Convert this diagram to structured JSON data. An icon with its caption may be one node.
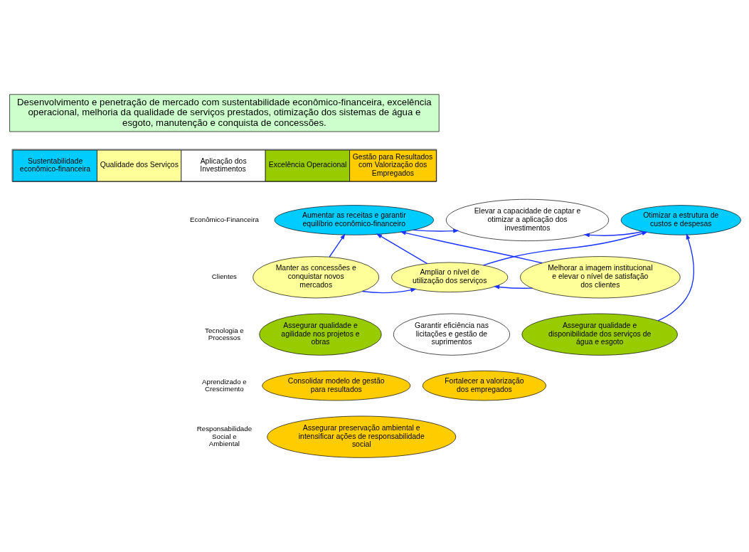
{
  "diagram": {
    "nodes": [
      {
        "text": [
          "Desenvolvimento e penetração de mercado com sustentabilidade econômico-financeira, excelência operacional, melhoria da qualidade de serviços prestados, otimização dos sistemas de água e esgoto, manutenção e conquista de concessões."
        ]
      },
      {
        "text": [
          "Aumentar as receitas e garantir equilíbrio econômico-financeiro"
        ]
      },
      {
        "text": [
          "Elevar a capacidade de captar e otimizar a aplicação dos investimentos"
        ]
      },
      {
        "text": [
          "Otimizar a estrutura de custos e despesas"
        ]
      },
      {
        "text": [
          "Manter as concessões e conquistar novos mercados"
        ]
      },
      {
        "text": [
          "Ampliar o nível de utilização dos serviços"
        ]
      },
      {
        "text": [
          "Melhorar a imagem institucional e elevar o nível de satisfação dos clientes"
        ]
      },
      {
        "text": [
          "Assegurar qualidade e agilidade nos projetos e obras"
        ]
      },
      {
        "text": [
          "Garantir eficiência nas licitações e gestão de suprimentos"
        ]
      },
      {
        "text": [
          "Assegurar qualidade e disponibilidade dos serviços de água e esgoto"
        ]
      },
      {
        "text": [
          "Consolidar modelo de gestão para resultados"
        ]
      },
      {
        "text": [
          "Fortalecer a valorização dos empregados"
        ]
      },
      {
        "text": [
          "Assegurar preservação ambiental e intensificar ações de responsabilidade social"
        ]
      }
    ],
    "edges": [
      {
        "from": 1,
        "to": 2,
        "arrow": "to"
      },
      {
        "from": 3,
        "to": 2,
        "arrow": "to"
      },
      {
        "from": 4,
        "to": 1,
        "arrow": "to"
      },
      {
        "from": 5,
        "to": 1,
        "arrow": "to"
      },
      {
        "from": 6,
        "to": 1,
        "arrow": "to"
      },
      {
        "from": 4,
        "to": 5,
        "arrow": "to"
      },
      {
        "from": 5,
        "to": 3,
        "arrow": "to"
      },
      {
        "from": 6,
        "to": 5,
        "arrow": "to"
      },
      {
        "from": 9,
        "to": 3,
        "arrow": "to"
      }
    ],
    "labels": [
      "Econômico-Financeira",
      "Clientes",
      "Tecnologia e Processos",
      "Aprendizado e Crescimento",
      "Responsabilidade Social e Ambiental"
    ],
    "legend": [
      {
        "text": "Sustentabilidade econômico-financeira",
        "color": "#00ccff"
      },
      {
        "text": "Qualidade dos Serviços",
        "color": "#ffff99"
      },
      {
        "text": "Aplicação dos Investimentos",
        "color": "#ffffff"
      },
      {
        "text": "Excelência Operacional",
        "color": "#99cc00"
      },
      {
        "text": "Gestão para Resultados com Valorização dos Empregados",
        "color": "#ffcc00"
      }
    ]
  }
}
